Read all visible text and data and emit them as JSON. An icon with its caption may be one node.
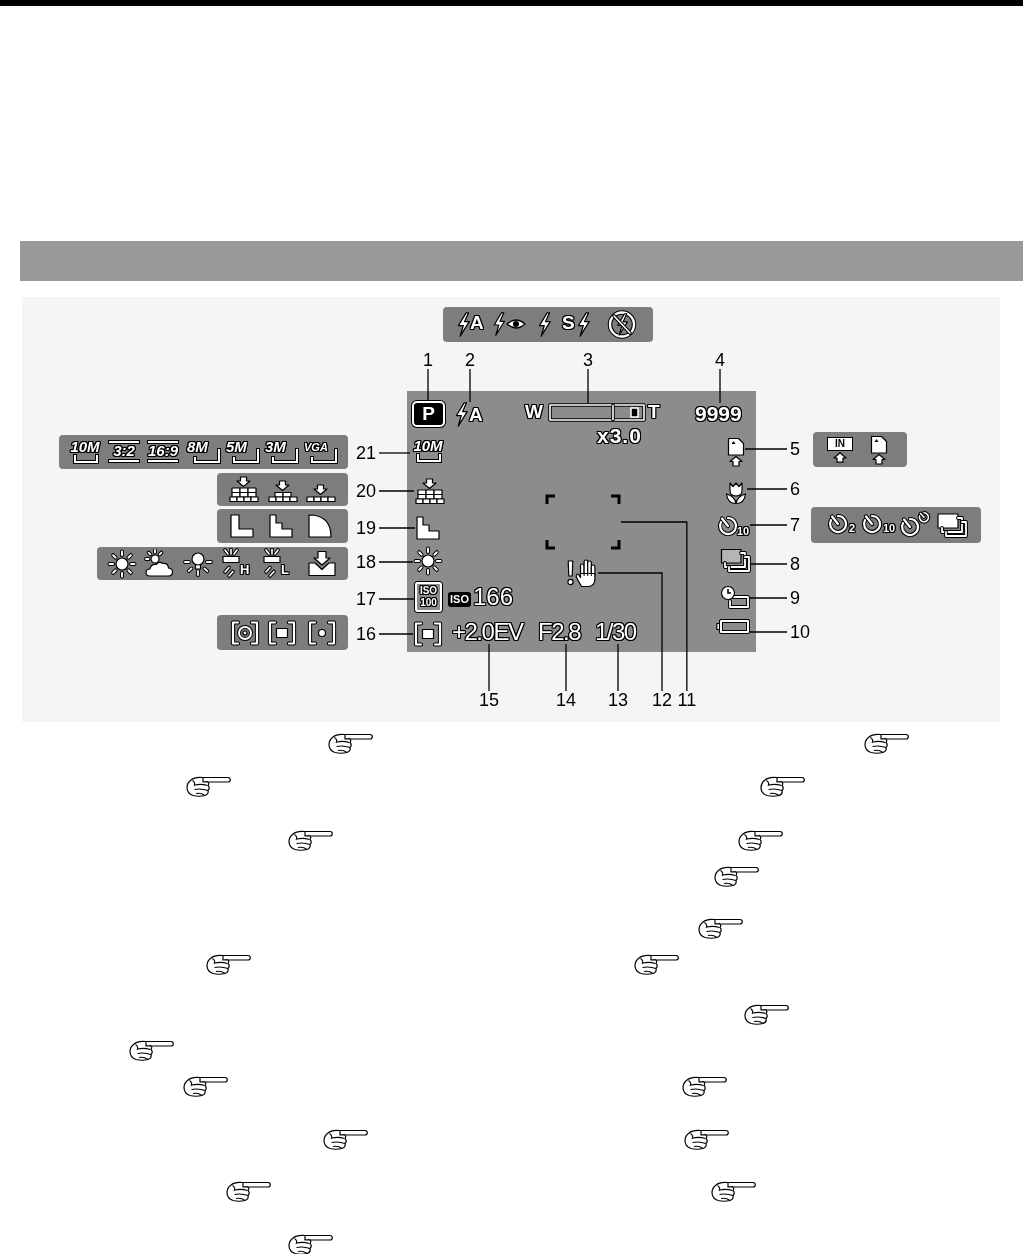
{
  "diagram": {
    "nodes": [
      {
        "text": [],
        "shape": "bar"
      },
      {
        "text": [
          "1"
        ]
      },
      {
        "text": [
          "P"
        ]
      },
      {
        "text": [
          "2"
        ]
      },
      {
        "text": [
          "A"
        ]
      },
      {
        "text": [
          "3"
        ]
      },
      {
        "text": [],
        "shape": "bar",
        "beside": [
          "W",
          "T"
        ]
      },
      {
        "text": [
          "4"
        ]
      },
      {
        "text": [
          "9999"
        ]
      },
      {
        "text": [
          "10M"
        ]
      },
      {
        "text": [
          "3:2"
        ]
      },
      {
        "text": [
          "16:9"
        ]
      },
      {
        "text": [
          "8M"
        ]
      },
      {
        "text": [
          "5M"
        ]
      },
      {
        "text": [
          "3M"
        ]
      },
      {
        "text": [
          "VGA"
        ]
      },
      {
        "text": [
          "5"
        ]
      },
      {
        "text": [],
        "shape": "picture"
      },
      {
        "text": [
          "6"
        ]
      },
      {
        "text": [],
        "shape": "picture"
      },
      {
        "text": [
          "7"
        ]
      },
      {
        "text": [
          "10"
        ]
      },
      {
        "text": [
          "8"
        ]
      },
      {
        "text": [],
        "shape": "picture"
      },
      {
        "text": [
          "9"
        ]
      },
      {
        "text": [],
        "shape": "picture"
      },
      {
        "text": [
          "10"
        ]
      },
      {
        "text": [],
        "shape": "box"
      },
      {
        "text": [
          "11"
        ]
      },
      {
        "text": [],
        "shape": "box"
      },
      {
        "text": [
          "12"
        ]
      },
      {
        "text": [],
        "shape": "picture"
      },
      {
        "text": [
          "13"
        ]
      },
      {
        "text": [
          "1/30"
        ]
      },
      {
        "text": [
          "14"
        ]
      },
      {
        "text": [
          "F2.8"
        ]
      },
      {
        "text": [
          "15"
        ]
      },
      {
        "text": [
          "+2.0EV"
        ]
      },
      {
        "text": [
          "16"
        ]
      },
      {
        "text": [],
        "shape": "picture"
      },
      {
        "text": [
          "17"
        ]
      },
      {
        "text": [
          "ISO 100"
        ]
      },
      {
        "text": [
          "18"
        ]
      },
      {
        "text": [],
        "shape": "picture"
      },
      {
        "text": [
          "19"
        ]
      },
      {
        "text": [],
        "shape": "picture"
      },
      {
        "text": [
          "20"
        ]
      },
      {
        "text": [],
        "shape": "picture"
      },
      {
        "text": [
          "21"
        ]
      },
      {
        "text": [
          "10M"
        ]
      }
    ],
    "edges": [
      {
        "from": 1,
        "to": 2,
        "arrow": "none"
      },
      {
        "from": 3,
        "to": 4,
        "arrow": "none"
      },
      {
        "from": 5,
        "to": 6,
        "arrow": "none"
      },
      {
        "from": 7,
        "to": 8,
        "arrow": "none"
      },
      {
        "from": 16,
        "to": 17,
        "arrow": "none"
      },
      {
        "from": 18,
        "to": 19,
        "arrow": "none"
      },
      {
        "from": 20,
        "to": 21,
        "arrow": "none"
      },
      {
        "from": 22,
        "to": 23,
        "arrow": "none"
      },
      {
        "from": 24,
        "to": 25,
        "arrow": "none"
      },
      {
        "from": 26,
        "to": 27,
        "arrow": "none"
      },
      {
        "from": 28,
        "to": 29,
        "arrow": "none"
      },
      {
        "from": 30,
        "to": 31,
        "arrow": "none"
      },
      {
        "from": 32,
        "to": 33,
        "arrow": "none"
      },
      {
        "from": 34,
        "to": 35,
        "arrow": "none"
      },
      {
        "from": 36,
        "to": 37,
        "arrow": "none"
      },
      {
        "from": 38,
        "to": 39,
        "arrow": "none"
      },
      {
        "from": 40,
        "to": 41,
        "arrow": "none"
      },
      {
        "from": 42,
        "to": 43,
        "arrow": "none"
      },
      {
        "from": 44,
        "to": 45,
        "arrow": "none"
      },
      {
        "from": 46,
        "to": 47,
        "arrow": "none"
      },
      {
        "from": 48,
        "to": 49,
        "arrow": "none"
      }
    ],
    "labels": [
      "A",
      "S",
      "x3.0",
      "IN",
      "2",
      "10",
      "H",
      "L",
      "ISO",
      "166"
    ]
  }
}
